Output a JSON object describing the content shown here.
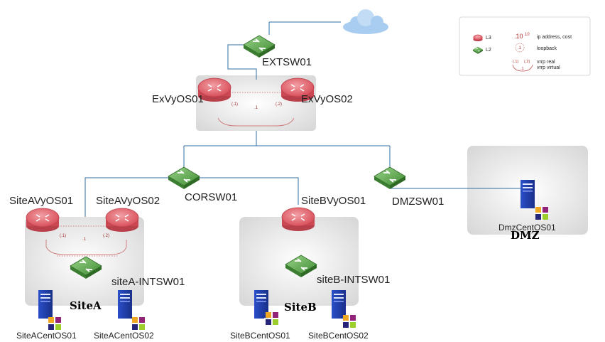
{
  "cloud": {
    "icon": "cloud-icon"
  },
  "routers": [
    {
      "id": "exvyos01",
      "label": "ExVyOS01"
    },
    {
      "id": "exvyos02",
      "label": "ExVyOS02"
    },
    {
      "id": "siteavyos01",
      "label": "SiteAVyOS01"
    },
    {
      "id": "siteavyos02",
      "label": "SiteAVyOS02"
    },
    {
      "id": "sitebvyos01",
      "label": "SiteBVyOS01"
    }
  ],
  "switches": [
    {
      "id": "extsw01",
      "label": "EXTSW01"
    },
    {
      "id": "corsw01",
      "label": "CORSW01"
    },
    {
      "id": "dmzsw01",
      "label": "DMZSW01"
    },
    {
      "id": "siteaintsw01",
      "label": "siteA-INTSW01"
    },
    {
      "id": "sitebintsw01",
      "label": "siteB-INTSW01"
    }
  ],
  "servers": [
    {
      "id": "dmzcentos01",
      "label": "DmzCentOS01"
    },
    {
      "id": "siteacentos01",
      "label": "SiteACentOS01"
    },
    {
      "id": "siteacentos02",
      "label": "SiteACentOS02"
    },
    {
      "id": "sitebcentos01",
      "label": "SiteBCentOS01"
    },
    {
      "id": "sitebcentos02",
      "label": "SiteBCentOS02"
    }
  ],
  "sites": {
    "dmz": "DMZ",
    "sitea": "SiteA",
    "siteb": "SiteB"
  },
  "vrrp": {
    "real_left": "(.1)",
    "real_right": "(.2)",
    "virtual": ".1"
  },
  "legend": {
    "l3": "L3",
    "l2": "L2",
    "ip_sample": ".10",
    "ip_sup": "10",
    "ip_text": "ip address, cost",
    "loopback_sample": ".1",
    "loopback_text": "loopback",
    "vrrp_real_left": "(.1)",
    "vrrp_real_right": "(.2)",
    "vrrp_virtual_sample": ".1",
    "vrrp_real_text": "vrrp real",
    "vrrp_virtual_text": "vrrp virtual"
  },
  "colors": {
    "link": "#2e6da4",
    "router": "#d9535d",
    "switch": "#5caa4a",
    "server": "#1f3ea8",
    "vrrp": "#c05050"
  }
}
